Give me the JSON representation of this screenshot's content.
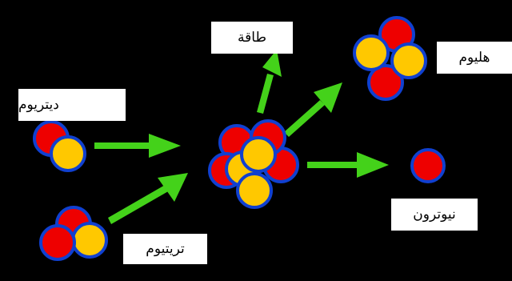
{
  "labels": {
    "energy": "طاقة",
    "helium": "هليوم",
    "deuterium": "ديتريوم",
    "neutron": "نيوترون",
    "tritium": "تريتيوم"
  },
  "colors": {
    "background": "#000000",
    "proton": "#ee0000",
    "neutron": "#ffc800",
    "outline": "#1040d0",
    "arrow": "#44d21a",
    "label_bg": "#ffffff"
  },
  "particles": {
    "deuterium": [
      "proton",
      "neutron"
    ],
    "tritium": [
      "proton",
      "proton",
      "neutron"
    ],
    "compound": [
      "proton",
      "proton",
      "proton",
      "proton",
      "neutron",
      "neutron",
      "neutron"
    ],
    "helium": [
      "proton",
      "proton",
      "neutron",
      "neutron"
    ],
    "neutron_out": [
      "proton"
    ]
  }
}
